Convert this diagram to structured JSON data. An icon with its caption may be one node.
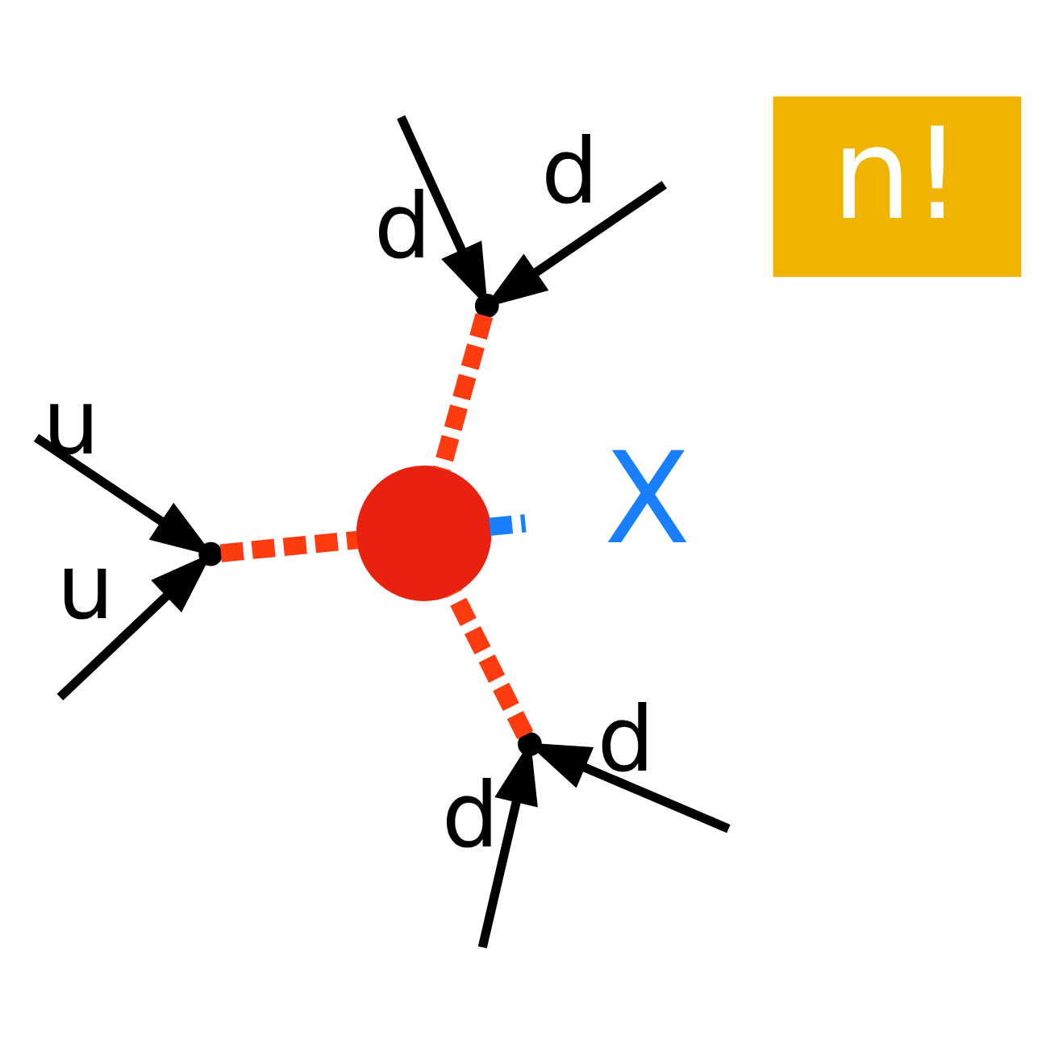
{
  "diagram": {
    "nodes": [
      {
        "text": [],
        "shape": "point"
      },
      {
        "text": [
          "X"
        ]
      },
      {
        "text": [],
        "shape": "circle"
      },
      {
        "text": [],
        "shape": "point"
      },
      {
        "text": [],
        "shape": "point"
      },
      {
        "text": [
          "n!"
        ]
      }
    ],
    "edges": [
      {
        "from": null,
        "to": 0,
        "arrow": "to",
        "label": "u"
      },
      {
        "from": null,
        "to": 0,
        "arrow": "to",
        "label": "u"
      },
      {
        "from": null,
        "to": 3,
        "arrow": "to",
        "label": "d"
      },
      {
        "from": null,
        "to": 3,
        "arrow": "to",
        "label": "d"
      },
      {
        "from": null,
        "to": 4,
        "arrow": "to",
        "label": "d"
      },
      {
        "from": null,
        "to": 4,
        "arrow": "to",
        "label": "d"
      },
      {
        "from": 0,
        "to": 2,
        "arrow": "none",
        "style": "dashed",
        "color": "#ff3b10"
      },
      {
        "from": 3,
        "to": 2,
        "arrow": "none",
        "style": "dashed",
        "color": "#ff3b10"
      },
      {
        "from": 4,
        "to": 2,
        "arrow": "none",
        "style": "dashed",
        "color": "#ff3b10"
      },
      {
        "from": 2,
        "to": 1,
        "arrow": "none",
        "style": "dashed",
        "color": "#1a7fff"
      }
    ]
  }
}
